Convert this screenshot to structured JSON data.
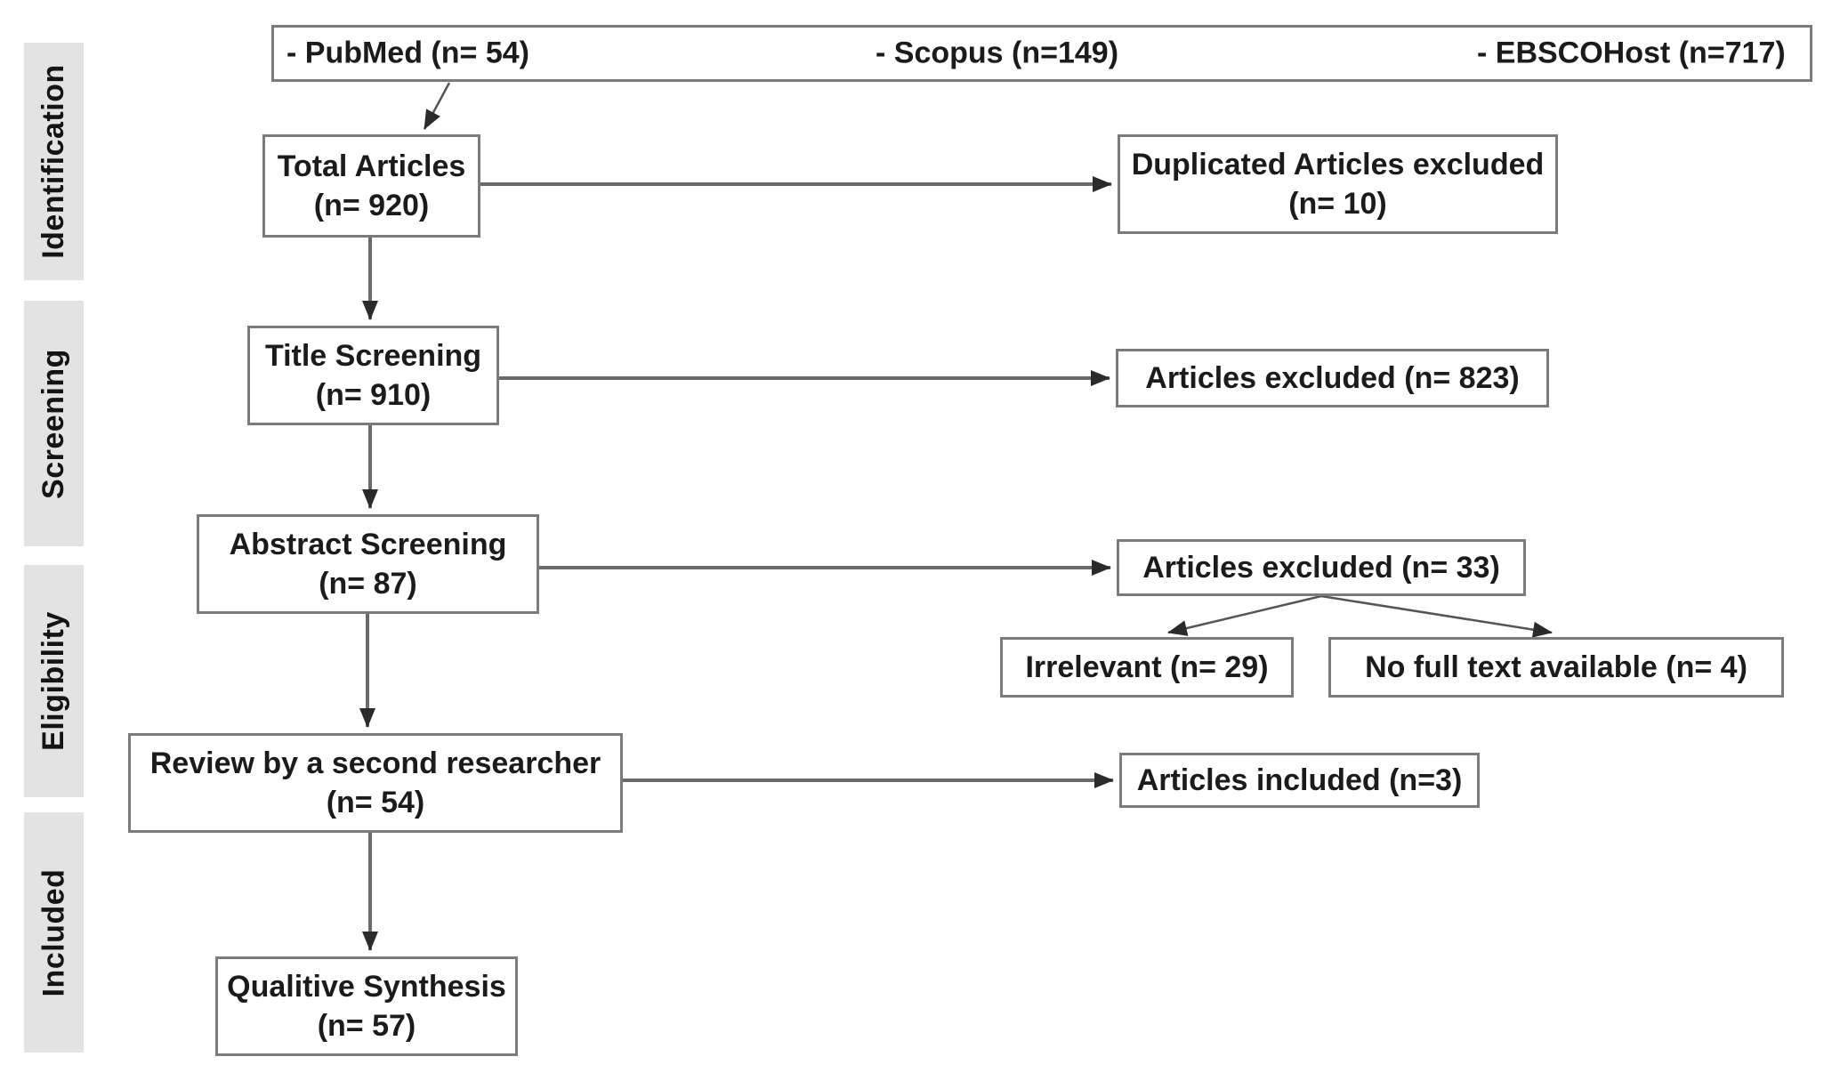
{
  "diagram": {
    "kind": "prisma-flow",
    "colors": {
      "box_border": "#7b7b7b",
      "line": "#6a6a6a",
      "arrowhead": "#2b2b2b",
      "sidebar_bg": "#e3e3e3",
      "text": "#1b1b1b"
    }
  },
  "sidebar": {
    "stages": [
      {
        "label": "Identification"
      },
      {
        "label": "Screening"
      },
      {
        "label": "Eligibility"
      },
      {
        "label": "Included"
      }
    ]
  },
  "sources_box": {
    "items": [
      {
        "label": "- PubMed (n= 54)"
      },
      {
        "label": "- Scopus (n=149)"
      },
      {
        "label": "- EBSCOHost (n=717)"
      }
    ]
  },
  "boxes": {
    "total": {
      "line1": "Total Articles",
      "line2": "(n= 920)"
    },
    "duplicated": {
      "line1": "Duplicated Articles excluded",
      "line2": "(n= 10)"
    },
    "title_screening": {
      "line1": "Title Screening",
      "line2": "(n= 910)"
    },
    "excluded_title": {
      "line1": "Articles excluded (n= 823)"
    },
    "abstract_screening": {
      "line1": "Abstract Screening",
      "line2": "(n= 87)"
    },
    "excluded_abstract": {
      "line1": "Articles excluded (n= 33)"
    },
    "irrelevant": {
      "line1": "Irrelevant (n= 29)"
    },
    "no_full_text": {
      "line1": "No full text available (n= 4)"
    },
    "review": {
      "line1": "Review by a second researcher",
      "line2": "(n= 54)"
    },
    "included": {
      "line1": "Articles included (n=3)"
    },
    "synthesis": {
      "line1": "Qualitive Synthesis",
      "line2": "(n= 57)"
    }
  }
}
